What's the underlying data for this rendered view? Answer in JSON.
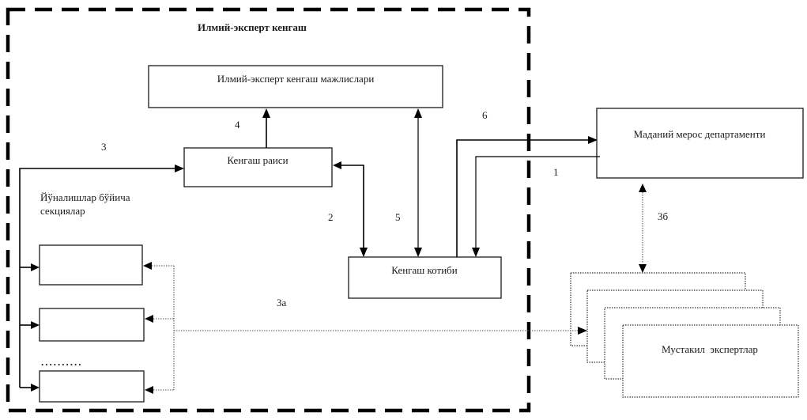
{
  "diagram": {
    "group_title": "Илмий-эксперт кенгаш",
    "nodes": {
      "council_sessions": "Илмий-эксперт кенгаш мажлислари",
      "council_chairman": "Кенгаш раиси",
      "council_secretary": "Кенгаш котиби",
      "heritage_department": "Маданий мерос департаменти",
      "sections_label_line1": "Йўналишлар бўйича",
      "sections_label_line2": "секциялар",
      "ellipsis": "..........",
      "independent_experts": "Мустакил  экспертлар"
    },
    "edge_labels": {
      "e1": "1",
      "e2": "2",
      "e3": "3",
      "e3a": "3а",
      "e3b": "3б",
      "e4": "4",
      "e5": "5",
      "e6": "6"
    },
    "edges": [
      {
        "label": "1",
        "from": "Маданий мерос департаменти",
        "to": "Кенгаш котиби",
        "style": "solid"
      },
      {
        "label": "2",
        "from": "Кенгаш раиси",
        "to": "Кенгаш котиби",
        "style": "solid",
        "bidirectional": true
      },
      {
        "label": "3",
        "from": "Йўналишлар бўйича секциялар",
        "to": "Кенгаш раиси",
        "style": "solid"
      },
      {
        "label": "3а",
        "from": "Мустакил экспертлар",
        "to": "Йўналишлар бўйича секциялар",
        "style": "dotted"
      },
      {
        "label": "3б",
        "from": "Мустакил экспертлар",
        "to": "Маданий мерос департаменти",
        "style": "dotted",
        "bidirectional": true
      },
      {
        "label": "4",
        "from": "Кенгаш раиси",
        "to": "Илмий-эксперт кенгаш мажлислари",
        "style": "solid"
      },
      {
        "label": "5",
        "from": "Илмий-эксперт кенгаш мажлислари",
        "to": "Кенгаш котиби",
        "style": "solid",
        "bidirectional": true
      },
      {
        "label": "6",
        "from": "Кенгаш котиби",
        "to": "Маданий мерос департаменти",
        "style": "solid"
      }
    ]
  }
}
